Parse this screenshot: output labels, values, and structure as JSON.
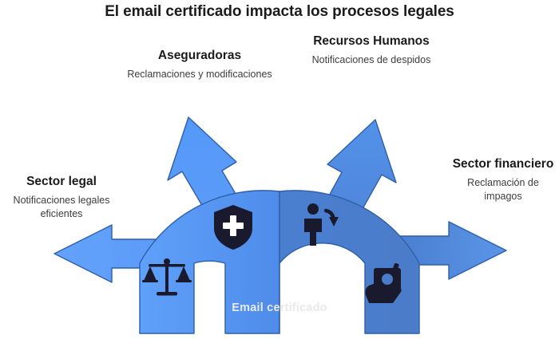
{
  "title": "El email certificado impacta los procesos legales",
  "center": {
    "label": "Email certificado"
  },
  "colors": {
    "arrow_light": "#5b9bf8",
    "arrow_mid": "#4f8ef0",
    "arrow_dark": "#4a7fd4",
    "arc_left_light": "#61a0f9",
    "arc_right_dark": "#4a7cc9",
    "stroke": "#2f5fa8",
    "title_text": "#1b1b1b",
    "desc_text": "#3c3c3c",
    "center_text": "#e9e9ea",
    "background": "#ffffff"
  },
  "nodes": [
    {
      "id": "sector-legal",
      "title": "Sector legal",
      "desc": "Notificaciones legales eficientes",
      "icon": "scales-of-justice-icon"
    },
    {
      "id": "aseguradoras",
      "title": "Aseguradoras",
      "desc": "Reclamaciones y modificaciones",
      "icon": "shield-cross-icon"
    },
    {
      "id": "recursos-humanos",
      "title": "Recursos Humanos",
      "desc": "Notificaciones de despidos",
      "icon": "person-arrow-down-icon"
    },
    {
      "id": "sector-financiero",
      "title": "Sector financiero",
      "desc": "Reclamación de impagos",
      "icon": "money-hand-icon"
    }
  ]
}
